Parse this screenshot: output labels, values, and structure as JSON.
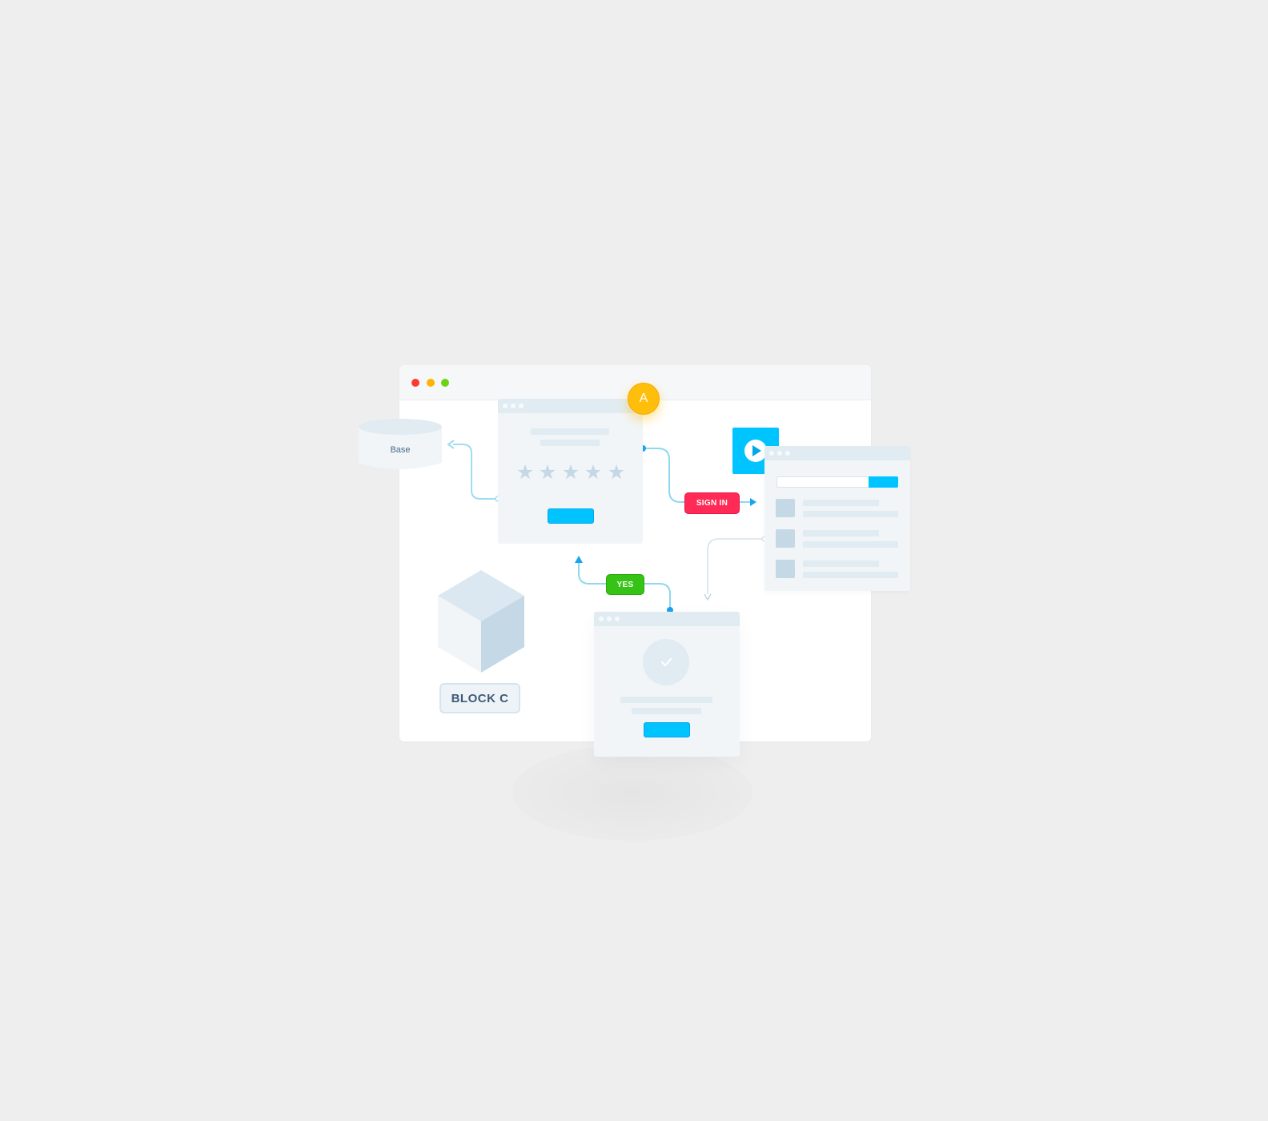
{
  "window": {
    "traffic_lights": [
      {
        "name": "close",
        "color": "#ff3b30"
      },
      {
        "name": "minimize",
        "color": "#ffb300"
      },
      {
        "name": "maximize",
        "color": "#6cd314"
      }
    ]
  },
  "nodes": {
    "database": {
      "label": "Base"
    },
    "cube": {
      "label": "BLOCK C"
    },
    "avatar": {
      "label": "A",
      "color": "#ffbe0b"
    },
    "rating_window": {
      "stars": 5,
      "star_color": "#c4d8e6"
    },
    "play_tile": {
      "icon": "play-icon",
      "color": "#00c4ff"
    },
    "success_window": {
      "icon": "checkmark-icon"
    },
    "list_window": {
      "rows": 3
    }
  },
  "edges": {
    "sign_in": {
      "label": "SIGN IN",
      "color": "#ff2a55"
    },
    "yes": {
      "label": "YES",
      "color": "#35c316"
    }
  },
  "colors": {
    "connector": "#8dd8f0",
    "connector_dot": "#1aa4ef",
    "accent": "#00c4ff"
  }
}
